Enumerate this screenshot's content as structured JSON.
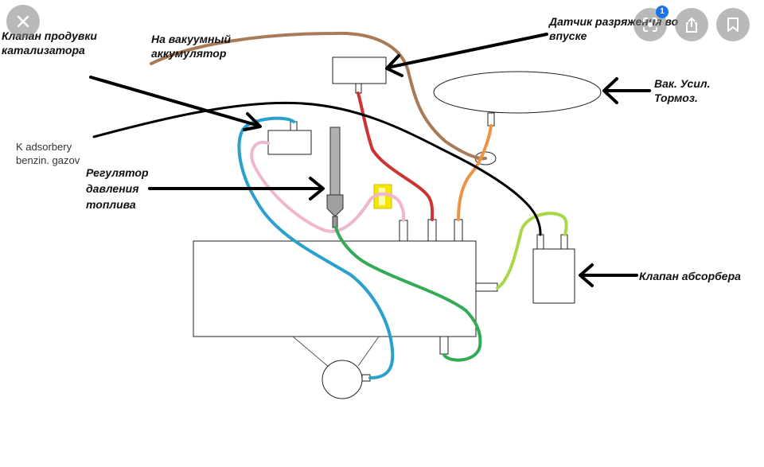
{
  "labels": {
    "purge_valve": "Клапан продувки\nкатализатора",
    "vacuum_accumulator": "На вакуумный\nаккумулятор",
    "vacuum_sensor": "Датчик разряжения во\nвпуске",
    "brake_booster": "Вак. Усил.\nТормоз.",
    "adsorber_fuel_vapors": "K adsorbery\nbenzin. gazov",
    "fuel_pressure_regulator": "Регулятор\nдавления\nтоплива",
    "absorber_valve": "Клапан абсорбера"
  },
  "overlay": {
    "notification_count": "1",
    "icons": [
      "close-icon",
      "lens-icon",
      "share-icon",
      "bookmark-icon"
    ]
  },
  "colors": {
    "brown_hose": "#a87a56",
    "red_hose": "#cc3333",
    "orange_hose": "#ec9444",
    "blue_hose": "#2aa0cc",
    "green_hose": "#33aa55",
    "pink_hose": "#f0b6d0",
    "lime_hose": "#a8d848",
    "black_line": "#000000",
    "yellow_part": "#f5e600"
  }
}
